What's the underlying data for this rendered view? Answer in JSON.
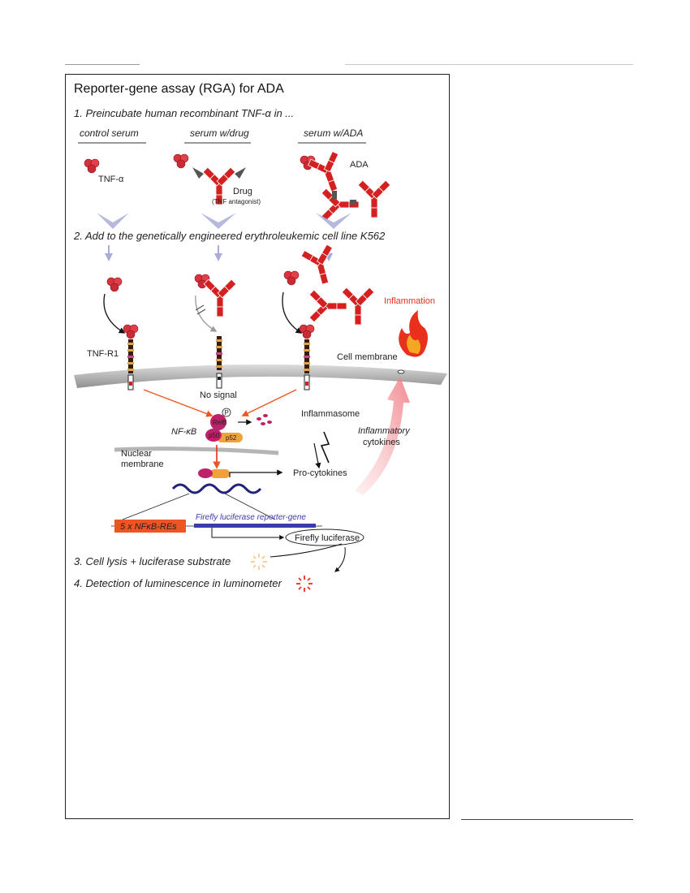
{
  "title": "Reporter-gene assay (RGA) for ADA",
  "steps": {
    "s1": "1. Preincubate human recombinant TNF-α in ...",
    "s2": "2. Add to the genetically engineered erythroleukemic cell line K562",
    "s3": "3. Cell lysis + luciferase substrate",
    "s4": "4. Detection of luminescence in luminometer"
  },
  "columns": {
    "control": "control serum",
    "drug": "serum w/drug",
    "ada": "serum w/ADA"
  },
  "labels": {
    "tnf_alpha": "TNF-α",
    "drug": "Drug",
    "drug_sub": "(TNF antagonist)",
    "ada": "ADA",
    "tnf_r1": "TNF-R1",
    "no_signal": "No signal",
    "cell_membrane": "Cell membrane",
    "inflammation": "Inflammation",
    "nfkb": "NF-κB",
    "relb": "RelB",
    "p50": "p50",
    "p52": "p52",
    "p_badge": "P",
    "inflammasome": "Inflammasome",
    "inflammatory": "Inflammatory",
    "cytokines": "cytokines",
    "nuclear_1": "Nuclear",
    "nuclear_2": "membrane",
    "pro_cytokines": "Pro-cytokines",
    "re_box": "5 x NFκB-REs",
    "reporter_gene": "Firefly luciferase reporter-gene",
    "firefly": "Firefly luciferase"
  },
  "colors": {
    "red": "#d42020",
    "orange_arrow": "#ee5522",
    "membrane": "#b5b5b5",
    "dna": "#22227a",
    "lavender": "#a9acd8",
    "pink": "#f4a9ac"
  }
}
